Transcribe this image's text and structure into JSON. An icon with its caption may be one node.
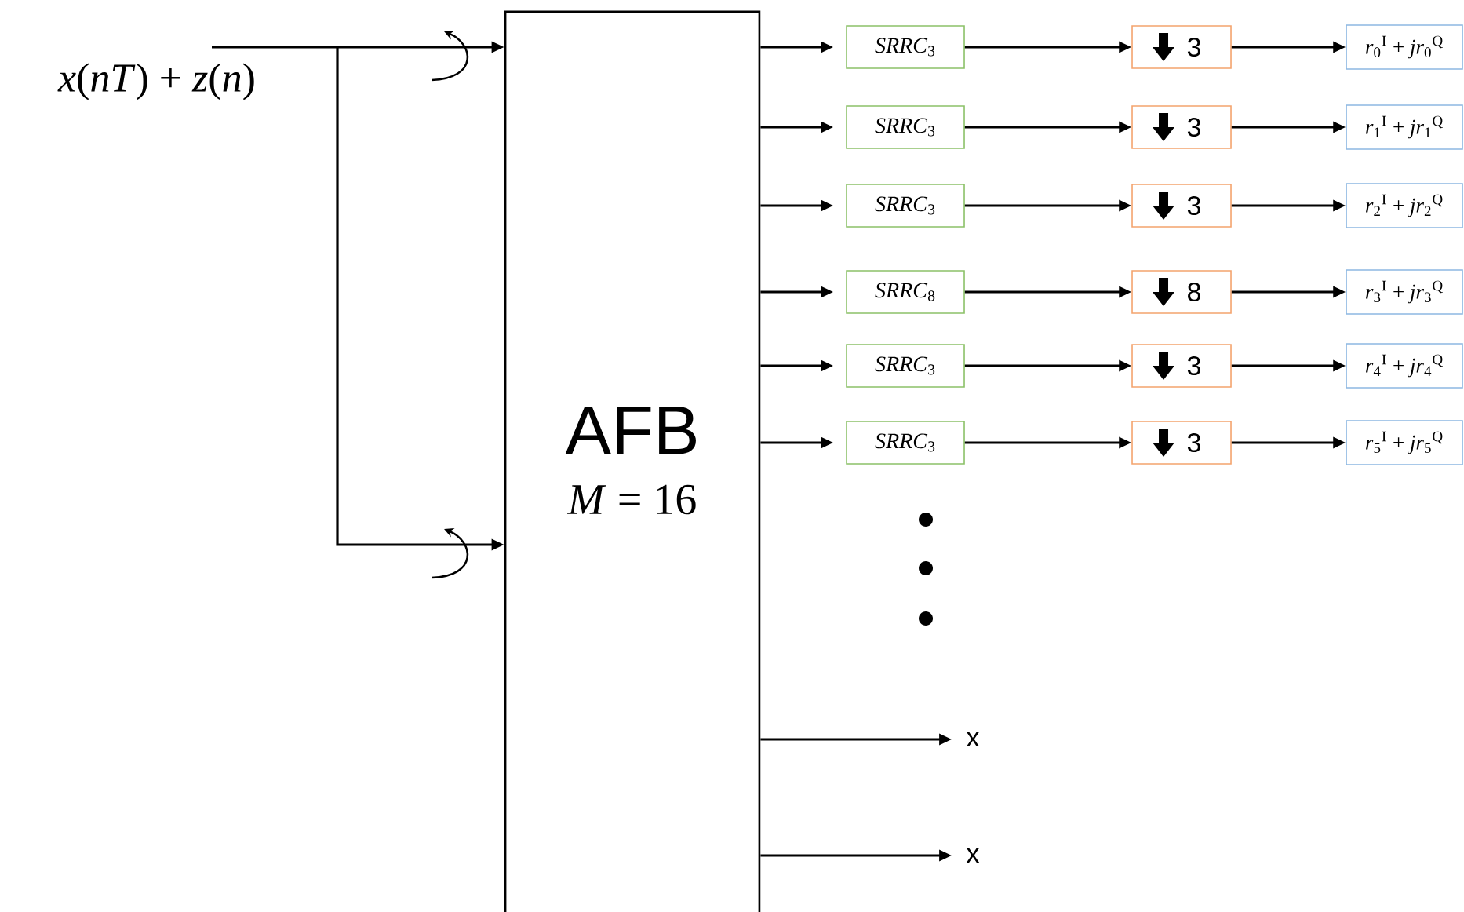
{
  "diagram": {
    "nodes": [
      {
        "text": [
          "*x*(*nT*) + *z*(*n*)"
        ]
      },
      {
        "text": [
          "AFB",
          "*M* = 16"
        ]
      },
      {
        "text": [
          "*SRRC*$_{3}$"
        ]
      },
      {
        "text": [
          "3"
        ]
      },
      {
        "text": [
          "*r*$_{0}$$^{I}$ + *jr*$_{0}$$^{Q}$"
        ]
      },
      {
        "text": [
          "*SRRC*$_{3}$"
        ]
      },
      {
        "text": [
          "3"
        ]
      },
      {
        "text": [
          "*r*$_{1}$$^{I}$ + *jr*$_{1}$$^{Q}$"
        ]
      },
      {
        "text": [
          "*SRRC*$_{3}$"
        ]
      },
      {
        "text": [
          "3"
        ]
      },
      {
        "text": [
          "*r*$_{2}$$^{I}$ + *jr*$_{2}$$^{Q}$"
        ]
      },
      {
        "text": [
          "*SRRC*$_{8}$"
        ]
      },
      {
        "text": [
          "8"
        ]
      },
      {
        "text": [
          "*r*$_{3}$$^{I}$ + *jr*$_{3}$$^{Q}$"
        ]
      },
      {
        "text": [
          "*SRRC*$_{3}$"
        ]
      },
      {
        "text": [
          "3"
        ]
      },
      {
        "text": [
          "*r*$_{4}$$^{I}$ + *jr*$_{4}$$^{Q}$"
        ]
      },
      {
        "text": [
          "*SRRC*$_{3}$"
        ]
      },
      {
        "text": [
          "3"
        ]
      },
      {
        "text": [
          "*r*$_{5}$$^{I}$ + *jr*$_{5}$$^{Q}$"
        ]
      },
      {
        "text": [
          "x"
        ]
      },
      {
        "text": [
          "x"
        ]
      }
    ],
    "edges": [
      {
        "from": 0,
        "to": 1,
        "arrow": "to"
      },
      {
        "from": 0,
        "to": 1,
        "arrow": "to"
      },
      {
        "from": 1,
        "to": 2,
        "arrow": "to"
      },
      {
        "from": 2,
        "to": 3,
        "arrow": "to"
      },
      {
        "from": 3,
        "to": 4,
        "arrow": "to"
      },
      {
        "from": 1,
        "to": 5,
        "arrow": "to"
      },
      {
        "from": 5,
        "to": 6,
        "arrow": "to"
      },
      {
        "from": 6,
        "to": 7,
        "arrow": "to"
      },
      {
        "from": 1,
        "to": 8,
        "arrow": "to"
      },
      {
        "from": 8,
        "to": 9,
        "arrow": "to"
      },
      {
        "from": 9,
        "to": 10,
        "arrow": "to"
      },
      {
        "from": 1,
        "to": 11,
        "arrow": "to"
      },
      {
        "from": 11,
        "to": 12,
        "arrow": "to"
      },
      {
        "from": 12,
        "to": 13,
        "arrow": "to"
      },
      {
        "from": 1,
        "to": 14,
        "arrow": "to"
      },
      {
        "from": 14,
        "to": 15,
        "arrow": "to"
      },
      {
        "from": 15,
        "to": 16,
        "arrow": "to"
      },
      {
        "from": 1,
        "to": 17,
        "arrow": "to"
      },
      {
        "from": 17,
        "to": 18,
        "arrow": "to"
      },
      {
        "from": 18,
        "to": 19,
        "arrow": "to"
      },
      {
        "from": 1,
        "to": 20,
        "arrow": "to"
      },
      {
        "from": 1,
        "to": 21,
        "arrow": "to"
      }
    ]
  }
}
